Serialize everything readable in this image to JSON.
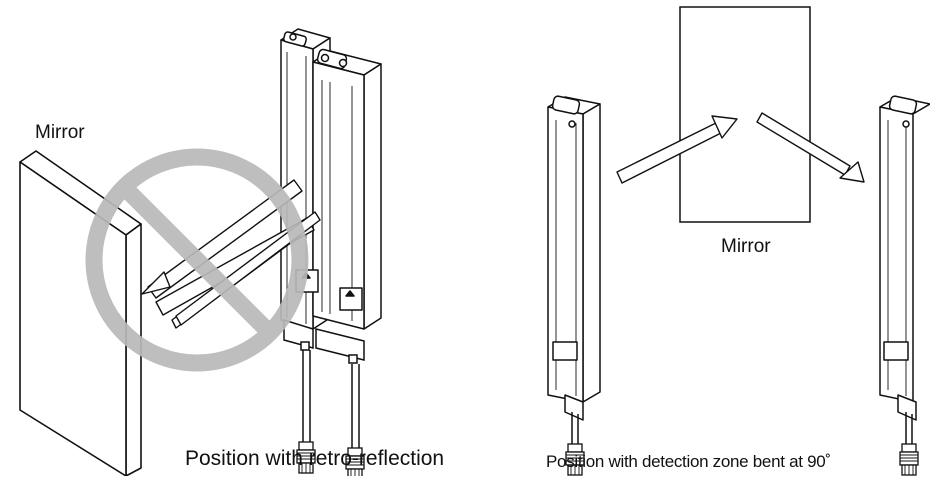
{
  "left_panel": {
    "mirror_label": "Mirror",
    "caption": "Position with retro-reflection",
    "prohibited_icon": "prohibition-icon"
  },
  "right_panel": {
    "mirror_label": "Mirror",
    "caption": "Position with detection zone bent at 90˚"
  },
  "colors": {
    "line": "#111111",
    "prohibition": "#b9b9b9",
    "beam_fill": "#ffffff",
    "background": "#ffffff"
  }
}
